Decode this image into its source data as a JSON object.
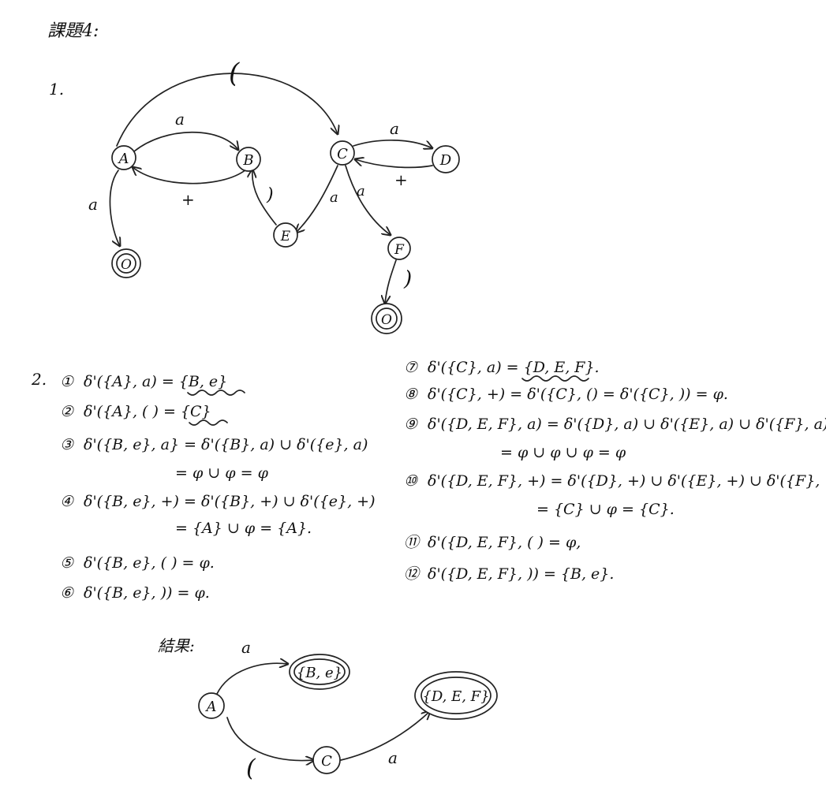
{
  "header": {
    "title": "課題4:"
  },
  "part1": {
    "number": "1.",
    "nodes": {
      "A": "A",
      "B": "B",
      "C": "C",
      "D": "D",
      "E": "E",
      "F": "F",
      "O1": "O",
      "O2": "O"
    },
    "edge_labels": {
      "A_C": "(",
      "A_B": "a",
      "B_A": "+",
      "A_O": "a",
      "E_B": ")",
      "C_D": "a",
      "D_C": "+",
      "C_E": "a",
      "C_F": "a",
      "F_O": ")"
    }
  },
  "part2": {
    "number": "2.",
    "left": [
      {
        "num": "①",
        "lines": [
          "δ'({A}, a) = {B, e}"
        ]
      },
      {
        "num": "②",
        "lines": [
          "δ'({A}, ( ) = {C}"
        ]
      },
      {
        "num": "③",
        "lines": [
          "δ'({B, e}, a} = δ'({B}, a) ∪ δ'({e}, a)",
          "= φ ∪ φ = φ"
        ]
      },
      {
        "num": "④",
        "lines": [
          "δ'({B, e}, +) = δ'({B}, +) ∪ δ'({e}, +)",
          "= {A} ∪ φ = {A}."
        ]
      },
      {
        "num": "⑤",
        "lines": [
          "δ'({B, e}, ( ) = φ."
        ]
      },
      {
        "num": "⑥",
        "lines": [
          "δ'({B, e}, )) = φ."
        ]
      }
    ],
    "right": [
      {
        "num": "⑦",
        "lines": [
          "δ'({C}, a) = {D, E, F}."
        ]
      },
      {
        "num": "⑧",
        "lines": [
          "δ'({C}, +) = δ'({C}, () = δ'({C}, )) = φ."
        ]
      },
      {
        "num": "⑨",
        "lines": [
          "δ'({D, E, F}, a) = δ'({D}, a) ∪ δ'({E}, a) ∪ δ'({F}, a)",
          "= φ ∪ φ ∪ φ = φ"
        ]
      },
      {
        "num": "⑩",
        "lines": [
          "δ'({D, E, F}, +) = δ'({D}, +) ∪ δ'({E}, +) ∪ δ'({F}, +).",
          "= {C} ∪ φ = {C}."
        ]
      },
      {
        "num": "⑪",
        "lines": [
          "δ'({D, E, F}, ( ) = φ,"
        ]
      },
      {
        "num": "⑫",
        "lines": [
          "δ'({D, E, F}, )) = {B, e}."
        ]
      }
    ]
  },
  "result": {
    "label": "結果:",
    "nodes": {
      "A": "A",
      "Be": "{B, e}",
      "C": "C",
      "DEF": "{D, E, F}"
    },
    "edge_labels": {
      "A_Be": "a",
      "A_C": "(",
      "C_DEF": "a"
    }
  }
}
